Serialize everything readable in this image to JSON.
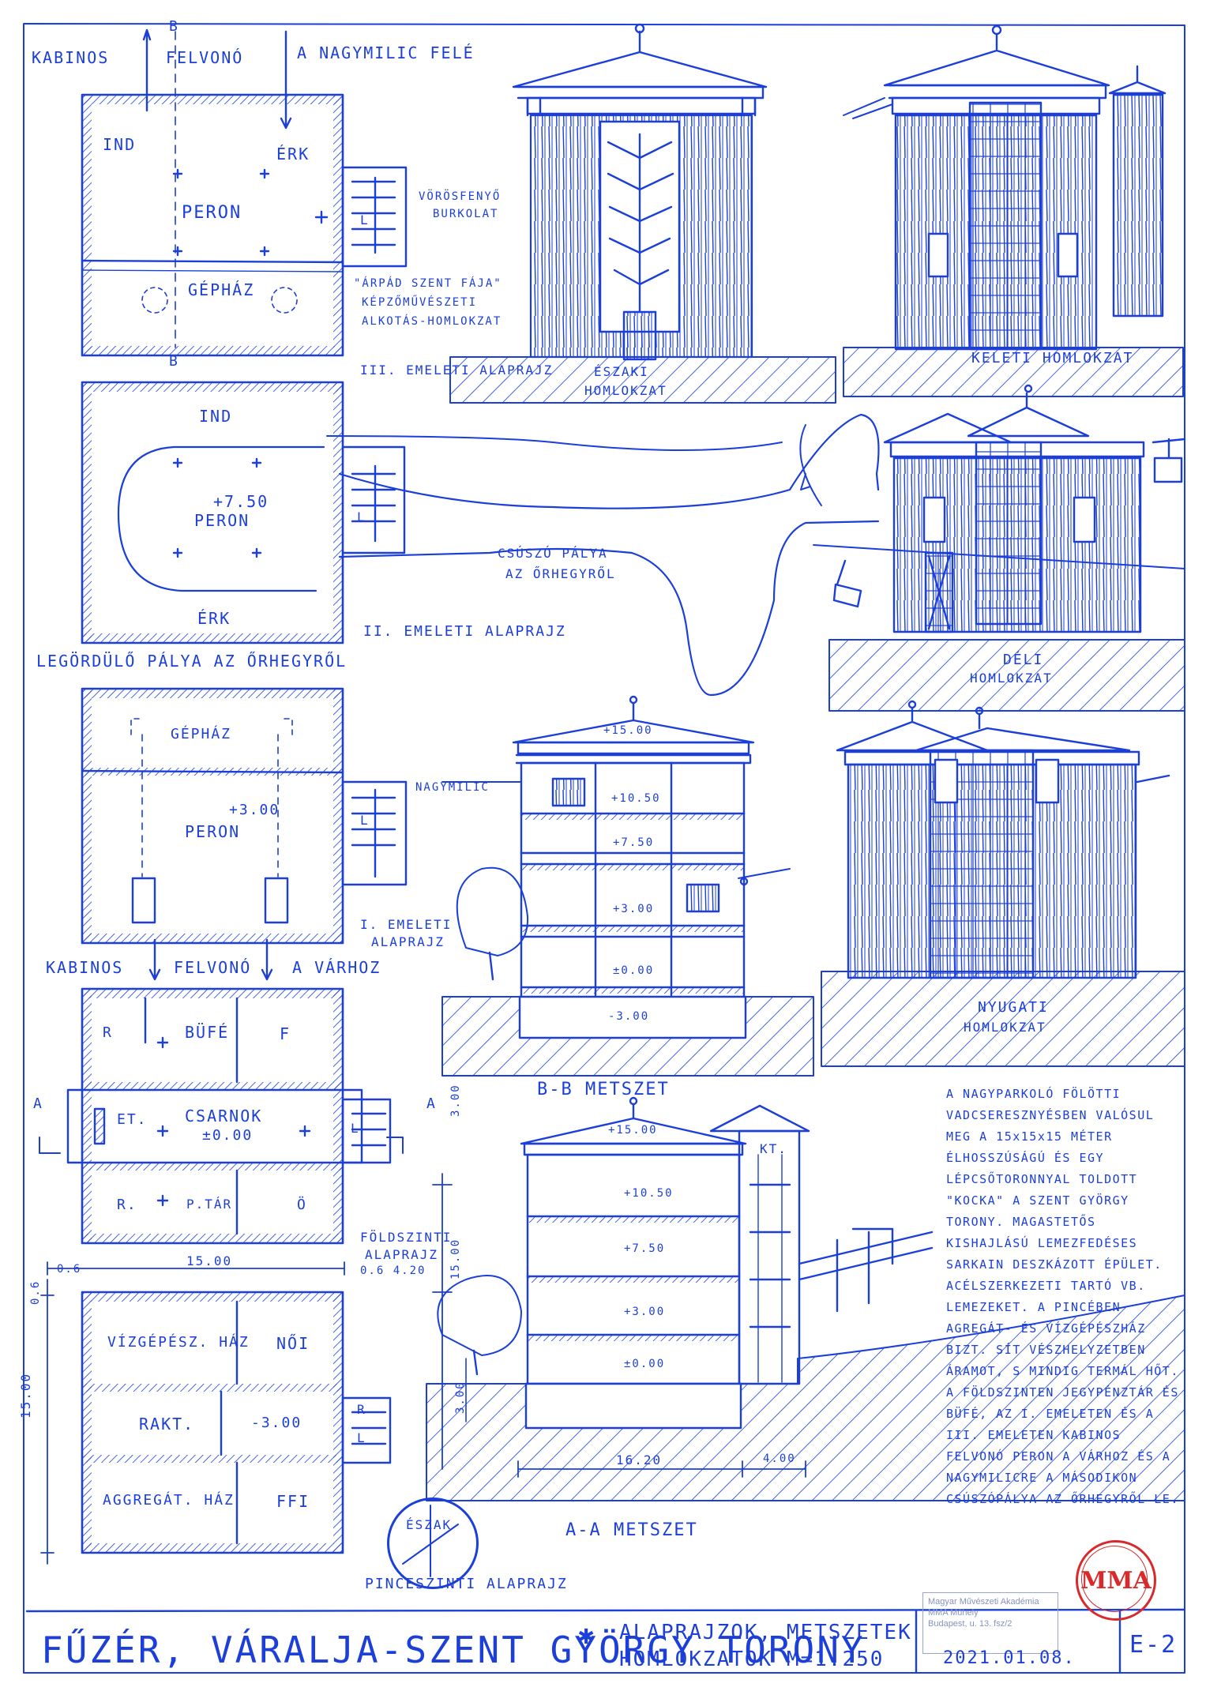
{
  "sheet": {
    "title": "FŰZÉR, VÁRALJA-SZENT GYÖRGY TORONY",
    "subtitle_line1": "ALAPRAJZOK, METSZETEK",
    "subtitle_line2": "HOMLOKZATOK M=1:250",
    "sheet_number": "E-2",
    "date": "2021.01.08.",
    "seal_text": "MMA",
    "stamp_lines": [
      "Magyar Művészeti Akadémia",
      "MMA Műhely",
      "Budapest, u. 13. fsz/2"
    ]
  },
  "plans": {
    "third_floor": {
      "caption": "III. EMELETI ALAPRAJZ",
      "top_left": "KABINOS",
      "top_mid": "FELVONÓ",
      "top_right": "A NAGYMILIC FELÉ",
      "cut": "B",
      "ind": "IND",
      "erk": "ÉRK",
      "peron": "PERON",
      "gephaz": "GÉPHÁZ",
      "stair": "L"
    },
    "second_floor": {
      "caption": "II. EMELETI ALAPRAJZ",
      "ind": "IND",
      "erk": "ÉRK",
      "peron": "PERON",
      "level": "+7.50",
      "stair": "L",
      "slide_line1": "CSÚSZÓ PÁLYA",
      "slide_line2": "AZ ŐRHEGYRŐL",
      "rolling": "LEGÖRDÜLŐ PÁLYA AZ ŐRHEGYRŐL"
    },
    "first_floor": {
      "caption_line1": "I. EMELETI",
      "caption_line2": "ALAPRAJZ",
      "gephaz": "GÉPHÁZ",
      "peron": "PERON",
      "level": "+3.00",
      "stair": "L",
      "bottom_left": "KABINOS",
      "bottom_mid": "FELVONÓ",
      "bottom_right": "A VÁRHOZ"
    },
    "ground_floor": {
      "caption_line1": "FÖLDSZINTI",
      "caption_line2": "ALAPRAJZ",
      "r1": "R",
      "bufe": "BÜFÉ",
      "f": "F",
      "et": "ET.",
      "csarnok": "CSARNOK",
      "level": "±0.00",
      "r2": "R.",
      "ptar": "P.TÁR",
      "o": "Ö",
      "stair": "L",
      "cut": "A",
      "dims": "0.6 4.20",
      "dim_1500": "15.00",
      "dim_06": "0.6"
    },
    "basement": {
      "caption": "PINCESZINTI ALAPRAJZ",
      "vizgepesz": "VÍZGÉPÉSZ. HÁZ",
      "noi": "NŐI",
      "rakt": "RAKT.",
      "level": "-3.00",
      "aggregat": "AGGREGÁT. HÁZ",
      "ffi": "FFI",
      "r": "R",
      "stair": "L",
      "dim_side": "15.00",
      "dim_06": "0.6",
      "north": "ÉSZAK"
    }
  },
  "elevations": {
    "north_line1": "ÉSZAKI",
    "north_line2": "HOMLOKZAT",
    "east": "KELETI HOMLOKZAT",
    "south_line1": "DÉLI",
    "south_line2": "HOMLOKZAT",
    "west_line1": "NYUGATI",
    "west_line2": "HOMLOKZAT",
    "cladding_line1": "VÖRÖSFENYŐ",
    "cladding_line2": "BURKOLAT",
    "art_line1": "\"ÁRPÁD SZENT FÁJA\"",
    "art_line2": "KÉPZŐMŰVÉSZETI",
    "art_line3": "ALKOTÁS-HOMLOKZAT"
  },
  "sections": {
    "bb_caption": "B-B METSZET",
    "aa_caption": "A-A METSZET",
    "nagymilic": "NAGYMILIC",
    "levels": [
      "+15.00",
      "+10.50",
      "+7.50",
      "+3.00",
      "±0.00",
      "-3.00"
    ],
    "kt": "KT.",
    "dim_300": "3.00",
    "dim_1500": "15.00",
    "dim_bottom": "3.00",
    "dim_1620": "16.20",
    "dim_400": "4.00"
  },
  "note": "A NAGYPARKOLÓ FÖLÖTTI VADCSERESZNYÉSBEN VALÓSUL MEG A 15x15x15 MÉTER ÉLHOSSZÚSÁGÚ ÉS EGY LÉPCSŐTORONNYAL TOLDOTT \"KOCKA\" A SZENT GYÖRGY TORONY. MAGASTETŐS KISHAJLÁSÚ LEMEZFEDÉSES SARKAIN DESZKÁZOTT ÉPÜLET. ACÉLSZERKEZETI TARTÓ VB. LEMEZEKET. A PINCÉBEN AGREGÁT- ÉS VÍZGÉPÉSZHÁZ BIZT. SÍT VÉSZHELYZETBEN ÁRAMOT, S MINDIG TERMÁL HŐT. A FÖLDSZINTEN JEGYPÉNZTÁR ÉS BÜFÉ, AZ I. EMELETEN ÉS A III. EMELETEN KABINOS FELVONÓ PERON A VÁRHOZ ÉS A NAGYMILICRE A MÁSODIKON CSÚSZÓPÁLYA AZ ŐRHEGYRŐL LE.",
  "colors": {
    "ink": "#1b3fd8",
    "seal": "#d8292b",
    "stamp": "#8793bd"
  }
}
